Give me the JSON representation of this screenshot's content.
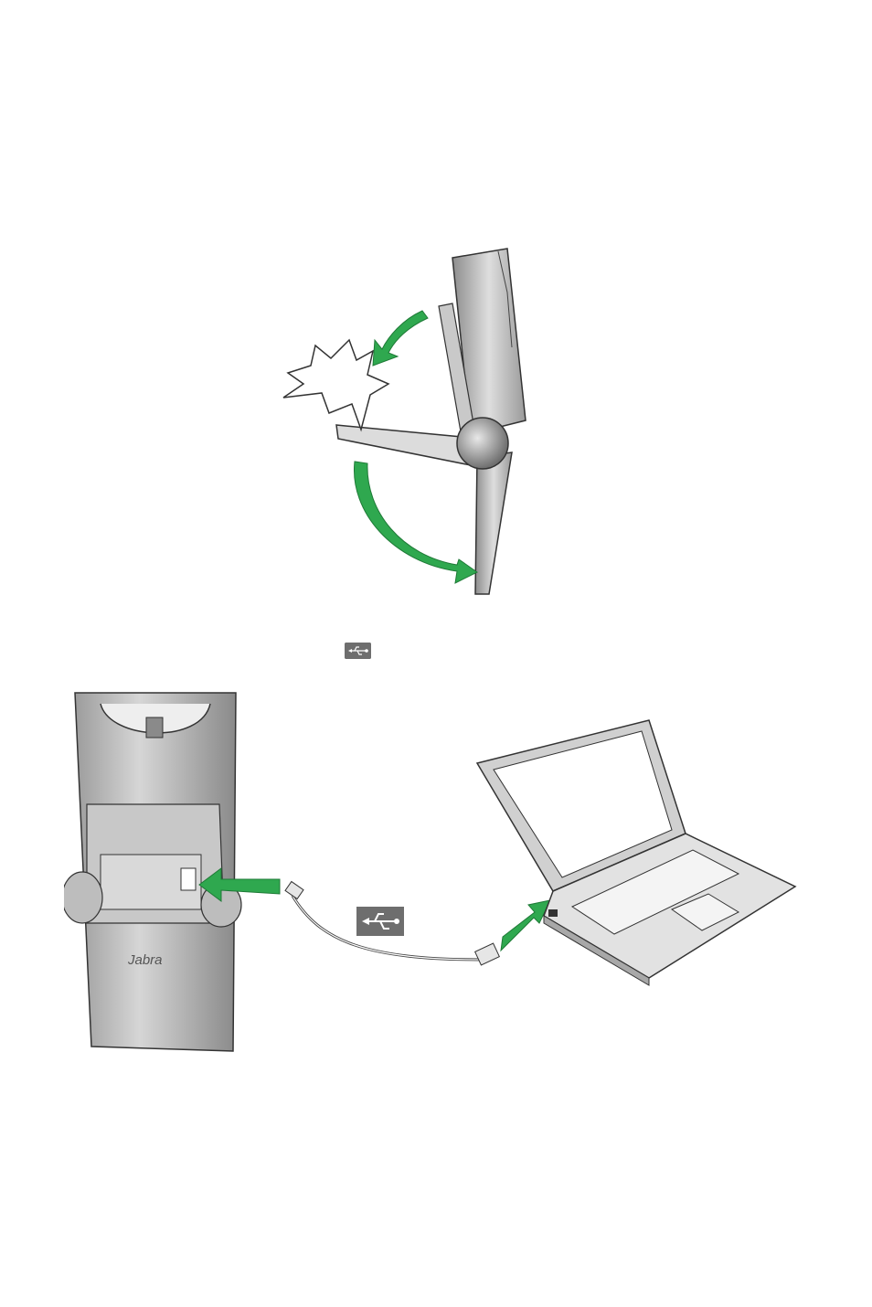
{
  "figure_top": {
    "arrows": [
      "rotate-arrow-up",
      "rotate-arrow-down"
    ],
    "burst": "click-burst"
  },
  "inline_icon": "usb-icon",
  "figure_bottom": {
    "base_brand": "Jabra",
    "cable_icon": "usb-icon",
    "arrow_color": "#2fa84f"
  },
  "colors": {
    "arrow_green": "#2fa84f",
    "device_gray": "#b8b8b8",
    "usb_badge": "#6e6e6e"
  }
}
